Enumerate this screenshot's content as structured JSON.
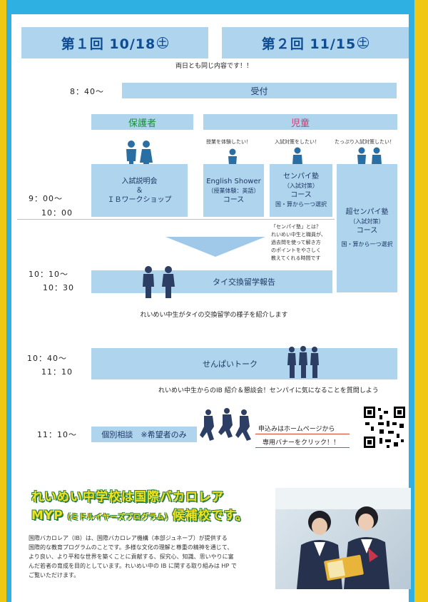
{
  "sessions": {
    "first": "第１回 10/18",
    "first_dow": "土",
    "second": "第２回 11/15",
    "second_dow": "土",
    "note": "両日とも同じ内容です！！"
  },
  "reception": {
    "time": "8：40～",
    "label": "受付"
  },
  "groups": {
    "parents": "保護者",
    "children": "児童"
  },
  "taglines": {
    "english": "授業を体験したい！",
    "senpai": "入試対策をしたい！",
    "super": "たっぷり入試対策したい！"
  },
  "slot1": {
    "time_start": "9：00～",
    "time_end": "10：00",
    "parents": {
      "line1": "入試説明会",
      "line2": "＆",
      "line3": "ＩＢワークショップ"
    },
    "english": {
      "line1": "English Shower",
      "line2": "（授業体験：英語）",
      "line3": "コース"
    },
    "senpai": {
      "line1": "センパイ塾",
      "line2": "（入試対策）",
      "line3": "コース",
      "line4": "国・算から一つ選択"
    },
    "super": {
      "line1": "超センパイ塾",
      "line2": "（入試対策）",
      "line3": "コース",
      "line4": "国・算から一つ選択"
    },
    "explain": [
      "「センパイ塾」とは？",
      "れいめい中生と職員が、",
      "過去問を使って解き方",
      "のポイントをやさしく",
      "教えてくれる時間です"
    ]
  },
  "slot2": {
    "time_start": "10：10～",
    "time_end": "10：30",
    "label": "タイ交換留学報告",
    "desc": "れいめい中生がタイの交換留学の様子を紹介します"
  },
  "slot3": {
    "time_start": "10：40～",
    "time_end": "11：10",
    "label": "せんぱいトーク",
    "desc": "れいめい中生からのIB 紹介＆懇談会！センパイに気になることを質問しよう"
  },
  "slot4": {
    "time": "11：10～",
    "label": "個別相談　※希望者のみ",
    "apply_line1": "申込みはホームページから",
    "apply_line2": "専用バナーをクリック！！"
  },
  "banner": {
    "line1": "れいめい中学校は国際バカロレア",
    "line2_main": "MYP",
    "line2_sub": "（ミドルイヤーズプログラム）",
    "line2_end": "候補校です。"
  },
  "paragraph": [
    "国際バカロレア（IB）は、国際バカロレア機構（本部ジュネーブ）が提供する",
    "国際的な教育プログラムのことです。多様な文化の理解と尊重の精神を通じて、",
    "より良い、より平和な世界を築くことに貢献する、探究心、知識、思いやりに富",
    "んだ若者の育成を目的としています。れいめい中の IB に関する取り組みは HP で",
    "ご覧いただけます。"
  ],
  "colors": {
    "frame_yellow": "#f0c814",
    "frame_blue": "#2fb0e3",
    "bar": "#aed4ee",
    "accent_green": "#1a8f3a",
    "accent_pink": "#d9346a"
  }
}
